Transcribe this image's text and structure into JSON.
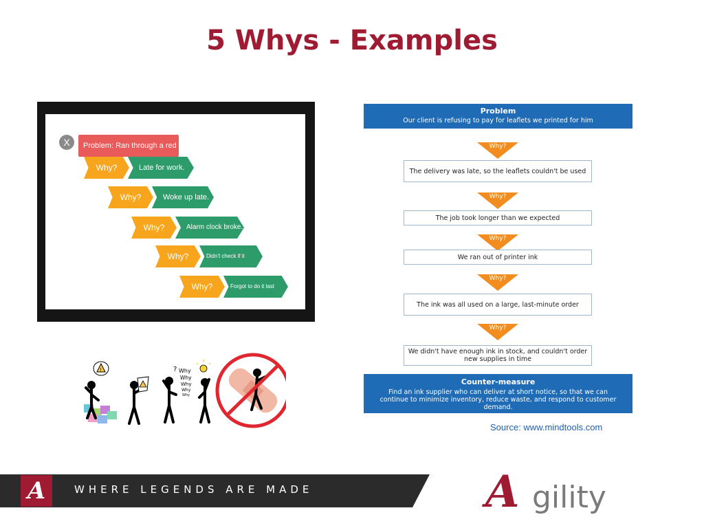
{
  "slide": {
    "title": "5 Whys - Examples"
  },
  "left_example": {
    "close_glyph": "X",
    "problem": "Problem: Ran through a red light.",
    "steps": [
      {
        "why": "Why?",
        "answer": "Late for work."
      },
      {
        "why": "Why?",
        "answer": "Woke up late."
      },
      {
        "why": "Why?",
        "answer": "Alarm clock broke."
      },
      {
        "why": "Why?",
        "answer": "Didn't check if it worked"
      },
      {
        "why": "Why?",
        "answer": "Forgot to do it last night."
      }
    ]
  },
  "figures": {
    "why_stack": [
      "Why",
      "Why",
      "Why",
      "Why",
      "Why"
    ]
  },
  "flow": {
    "problem_title": "Problem",
    "problem_text": "Our client is refusing to pay for leaflets we printed for him",
    "why_label": "Why?",
    "steps": [
      "The delivery was late, so the leaflets couldn't be used",
      "The job took longer than we expected",
      "We ran out of printer ink",
      "The ink was all used on a large, last-minute order",
      "We didn't have enough ink in stock, and couldn't order new supplies in time"
    ],
    "counter_title": "Counter-measure",
    "counter_text": "Find an ink supplier who can deliver at short notice, so that we can continue to minimize inventory, reduce waste, and respond to customer demand."
  },
  "source": "Source: www.mindtools.com",
  "footer": {
    "logo_letter": "A",
    "tagline": "WHERE LEGENDS ARE MADE",
    "agility_letter": "A",
    "agility_rest": "gility"
  },
  "colors": {
    "crimson": "#9e1b32",
    "why_orange": "#f7a51c",
    "answer_green": "#2e9c6a",
    "problem_red": "#e95a5a",
    "flow_blue": "#1f6bb5",
    "arrow_orange": "#f28c1e"
  }
}
